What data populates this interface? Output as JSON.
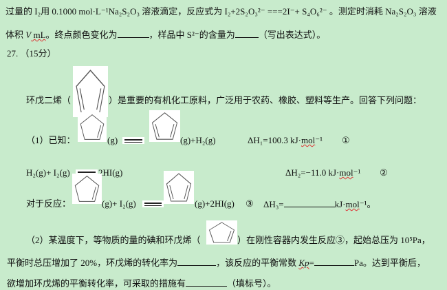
{
  "paragraph1": {
    "line1": "过量的 I₂用 0.1000 mol·L⁻¹Na₂S₂O₃ 溶液滴定，反应式为 I₂+2S₂O₃²⁻ ===2I⁻+ S₄O₆²⁻ 。测定时消耗 Na₂S₂O₃ 溶液",
    "line2_a": "体积 ",
    "line2_v": "V",
    "line2_unit": " mL",
    "line2_b": "。终点颜色变化为",
    "line2_c": "，样品中 S²⁻的含量为",
    "line2_d": "（写出表达式）。"
  },
  "question27": {
    "header": "27. （15分）",
    "intro_a": "环戊二烯（",
    "intro_b": "）是重要的有机化工原料，广泛用于农药、橡胶、塑料等生产。回答下列问题：",
    "part1": {
      "label": "（1）已知：",
      "r1_g": "(g)",
      "r1_products": "(g)+H₂(g)",
      "dH1": "ΔH₁=100.3 kJ·",
      "dH1_mol": "mol",
      "dH1_unit_tail": "⁻¹",
      "r1_num": "①",
      "r2_reactants": "H₂(g)+ I₂(g)",
      "r2_products": "2HI(g)",
      "dH2": "ΔH₂=−11.0 kJ·",
      "dH2_mol": "mol",
      "dH2_unit_tail": "⁻¹",
      "r2_num": "②",
      "r3_label": "对于反应：",
      "r3_reactants": "(g)+ I₂(g)",
      "r3_products": "(g)+2HI(g)",
      "r3_num": "③",
      "dH3": "ΔH₃=",
      "dH3_unit": "kJ·",
      "dH3_mol": "mol",
      "dH3_tail": "⁻¹。"
    },
    "part2": {
      "line1_a": "（2）某温度下，等物质的量的碘和环戊烯（",
      "line1_b": "）在刚性容器内发生反应③，起始总压为 10⁵Pa，",
      "line2_a": "平衡时总压增加了 20%，环戊烯的转化率为",
      "line2_b": "，该反应的平衡常数 ",
      "line2_kp": "Kp",
      "line2_c": "=",
      "line2_d": "Pa。达到平衡后，",
      "line3_a": "欲增加环戊烯的平衡转化率，可采取的措施有",
      "line3_b": "（填标号）。"
    }
  },
  "colors": {
    "background": "#c8ebcc",
    "image_bg": "#ffffff",
    "spellcheck": "#dd3333"
  },
  "icons": [
    "cyclopentadiene-structure",
    "cyclopentene-structure",
    "equilibrium-equals-sign"
  ]
}
